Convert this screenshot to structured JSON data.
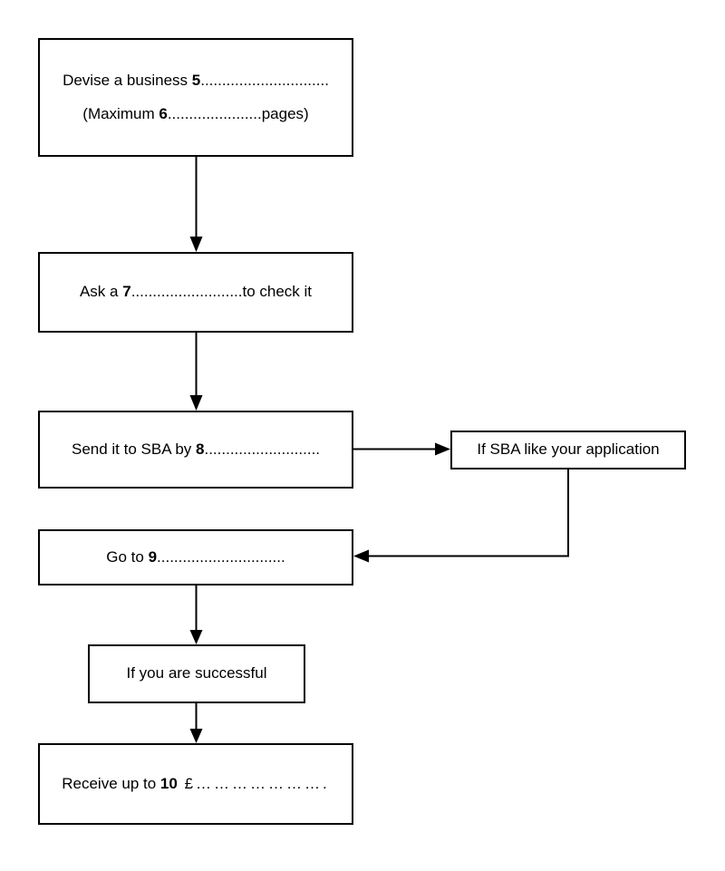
{
  "diagram": {
    "type": "flowchart",
    "colors": {
      "background": "#ffffff",
      "line": "#000000",
      "text": "#000000"
    },
    "boxes": {
      "business_plan": {
        "line1": {
          "pre": "Devise a business ",
          "num": "5",
          "post": ".............................."
        },
        "line2": {
          "pre": "(Maximum ",
          "num": "6",
          "post": "......................pages)"
        }
      },
      "check": {
        "pre": "Ask a ",
        "num": "7",
        "post": "..........................to check it"
      },
      "send": {
        "pre": "Send it to SBA by ",
        "num": "8",
        "post": "..........................."
      },
      "sba_like": {
        "text": "If SBA like your application"
      },
      "go_to": {
        "pre": "Go to ",
        "num": "9",
        "post": ".............................."
      },
      "successful": {
        "text": "If you are successful"
      },
      "receive": {
        "pre": "Receive up to ",
        "num": "10",
        "post": " £…………………."
      }
    }
  }
}
